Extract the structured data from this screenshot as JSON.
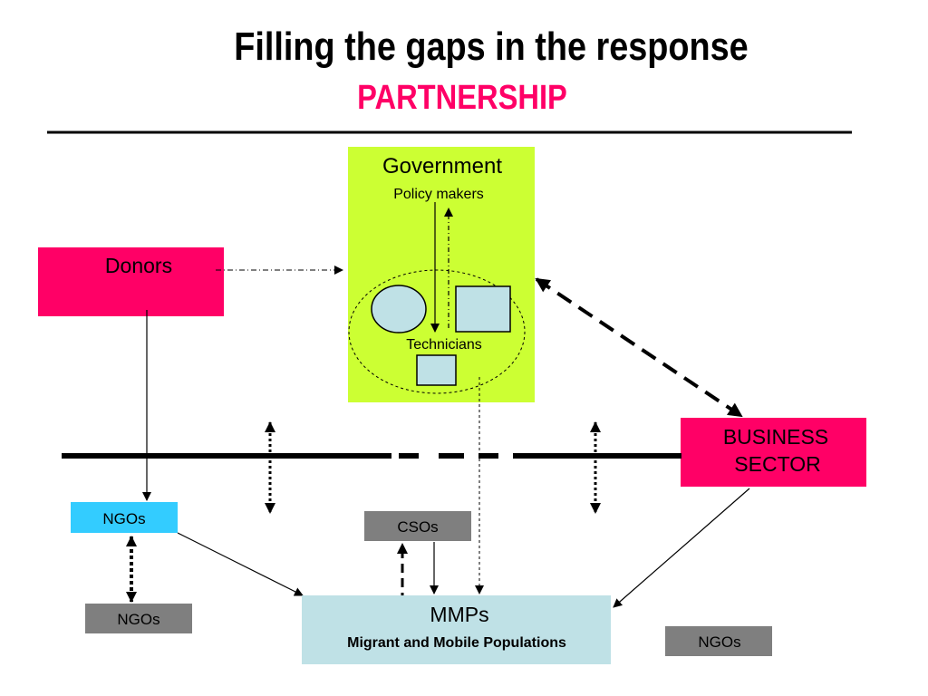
{
  "slide": {
    "title": "Filling the gaps in the response",
    "subtitle": "PARTNERSHIP"
  },
  "nodes": {
    "government": {
      "title": "Government",
      "policy_makers": "Policy makers",
      "technicians": "Technicians"
    },
    "donors": {
      "label": "Donors"
    },
    "business": {
      "line1": "BUSINESS",
      "line2": "SECTOR"
    },
    "ngos_blue": {
      "label": "NGOs"
    },
    "ngos_grey_left": {
      "label": "NGOs"
    },
    "ngos_grey_right": {
      "label": "NGOs"
    },
    "csos": {
      "label": "CSOs"
    },
    "mmps": {
      "title": "MMPs",
      "subtitle": "Migrant and Mobile Populations"
    }
  },
  "colors": {
    "title_text": "#000000",
    "subtitle_text": "#ff0066",
    "government_fill": "#ccff33",
    "donors_fill": "#ff0066",
    "business_fill": "#ff0066",
    "ngos_blue_fill": "#33ccff",
    "grey_box_fill": "#7f7f7f",
    "mmps_fill": "#bfe1e6",
    "shape_fill": "#bfe1e6"
  }
}
